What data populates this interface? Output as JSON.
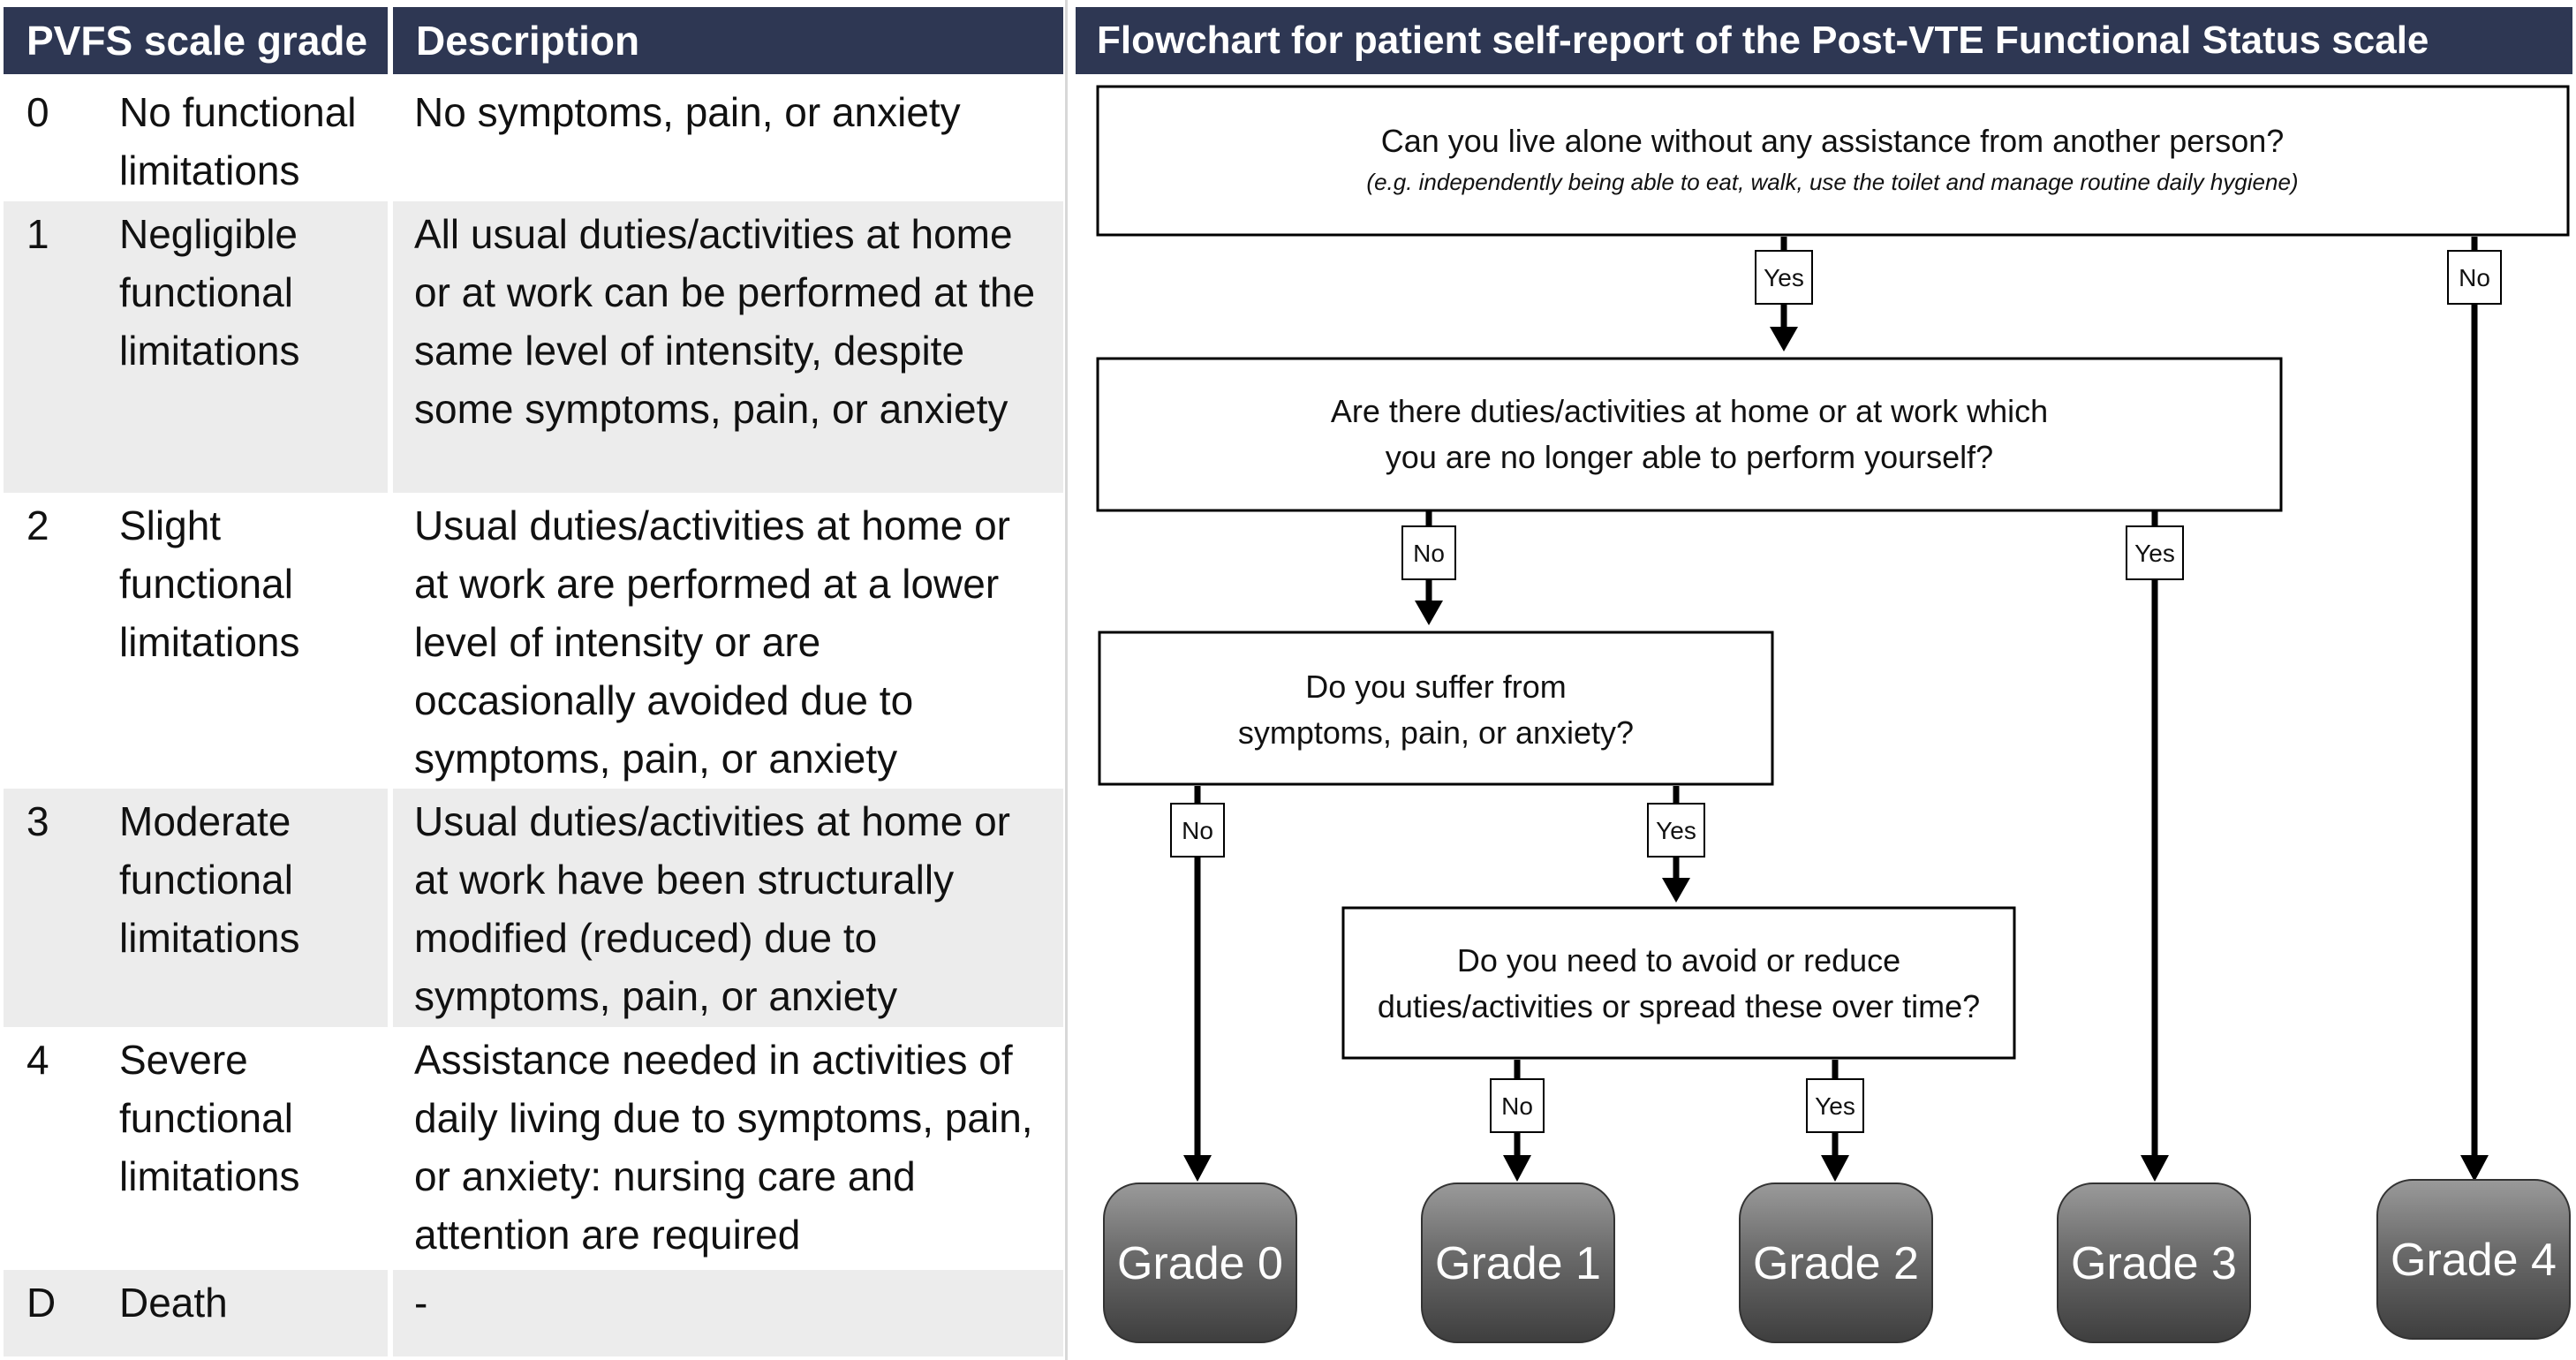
{
  "table": {
    "headers": {
      "grade": "PVFS scale grade",
      "description": "Description"
    },
    "rows": [
      {
        "num": "0",
        "name": "No functional limitations",
        "desc": "No symptoms, pain, or anxiety"
      },
      {
        "num": "1",
        "name": "Negligible functional limitations",
        "desc": "All usual duties/activities at home or at work can be performed at the same level of intensity, despite some symptoms, pain, or anxiety"
      },
      {
        "num": "2",
        "name": "Slight functional limitations",
        "desc": "Usual duties/activities at home or at work are performed at a lower level of intensity or are occasionally avoided due to symptoms, pain, or anxiety"
      },
      {
        "num": "3",
        "name": "Moderate functional limitations",
        "desc": "Usual duties/activities at home or at work have been structurally modified (reduced) due to symptoms, pain, or anxiety"
      },
      {
        "num": "4",
        "name": "Severe functional limitations",
        "desc": "Assistance needed in activities of daily living due to symptoms, pain, or anxiety: nursing care and attention are required"
      },
      {
        "num": "D",
        "name": "Death",
        "desc": "-"
      }
    ]
  },
  "flowchart": {
    "title": "Flowchart for patient self-report of the Post-VTE Functional Status scale",
    "q1": {
      "line1": "Can you live alone without any assistance from another person?",
      "note": "(e.g. independently being able to eat, walk, use the toilet and manage routine daily hygiene)"
    },
    "q2": {
      "line1": "Are there duties/activities at home or at work which",
      "line2": "you are no longer able to perform yourself?"
    },
    "q3": {
      "line1": "Do you suffer from",
      "line2": "symptoms, pain, or anxiety?"
    },
    "q4": {
      "line1": "Do you need to avoid or reduce",
      "line2": "duties/activities or spread these over time?"
    },
    "yes": "Yes",
    "no": "No",
    "grades": [
      "Grade 0",
      "Grade 1",
      "Grade 2",
      "Grade 3",
      "Grade 4"
    ]
  }
}
